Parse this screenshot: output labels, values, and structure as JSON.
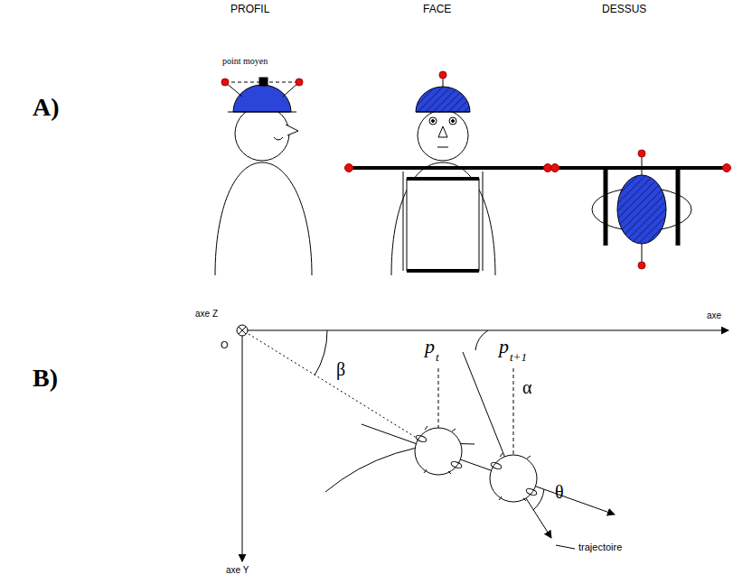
{
  "diagram": {
    "labels": [
      "PROFIL",
      "FACE",
      "DESSUS",
      "A)",
      "B)",
      "point moyen",
      "axe Z",
      "O",
      "axe Y",
      "axe",
      "p",
      "t",
      "p",
      "t+1",
      "β",
      "α",
      "θ",
      "trajectoire"
    ]
  }
}
